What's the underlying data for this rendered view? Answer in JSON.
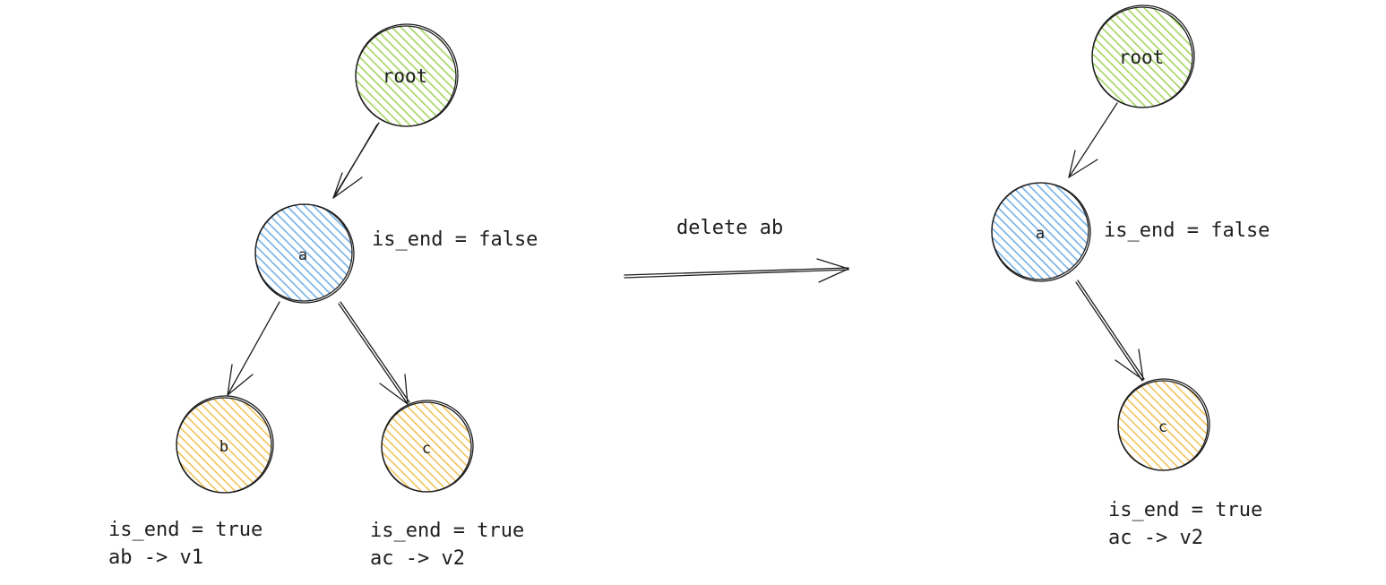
{
  "colors": {
    "root": "#a4d65e",
    "inner": "#74b0e8",
    "leaf": "#f2c35a",
    "stroke": "#1e1e1e"
  },
  "left_tree": {
    "nodes": {
      "root": "root",
      "a": "a",
      "b": "b",
      "c": "c"
    },
    "notes": {
      "a_is_end": "is_end = false",
      "b_is_end": "is_end = true",
      "b_mapping": "ab -> v1",
      "c_is_end": "is_end = true",
      "c_mapping": "ac -> v2"
    }
  },
  "transition": {
    "label": "delete ab"
  },
  "right_tree": {
    "nodes": {
      "root": "root",
      "a": "a",
      "c": "c"
    },
    "notes": {
      "a_is_end": "is_end = false",
      "c_is_end": "is_end = true",
      "c_mapping": "ac -> v2"
    }
  }
}
